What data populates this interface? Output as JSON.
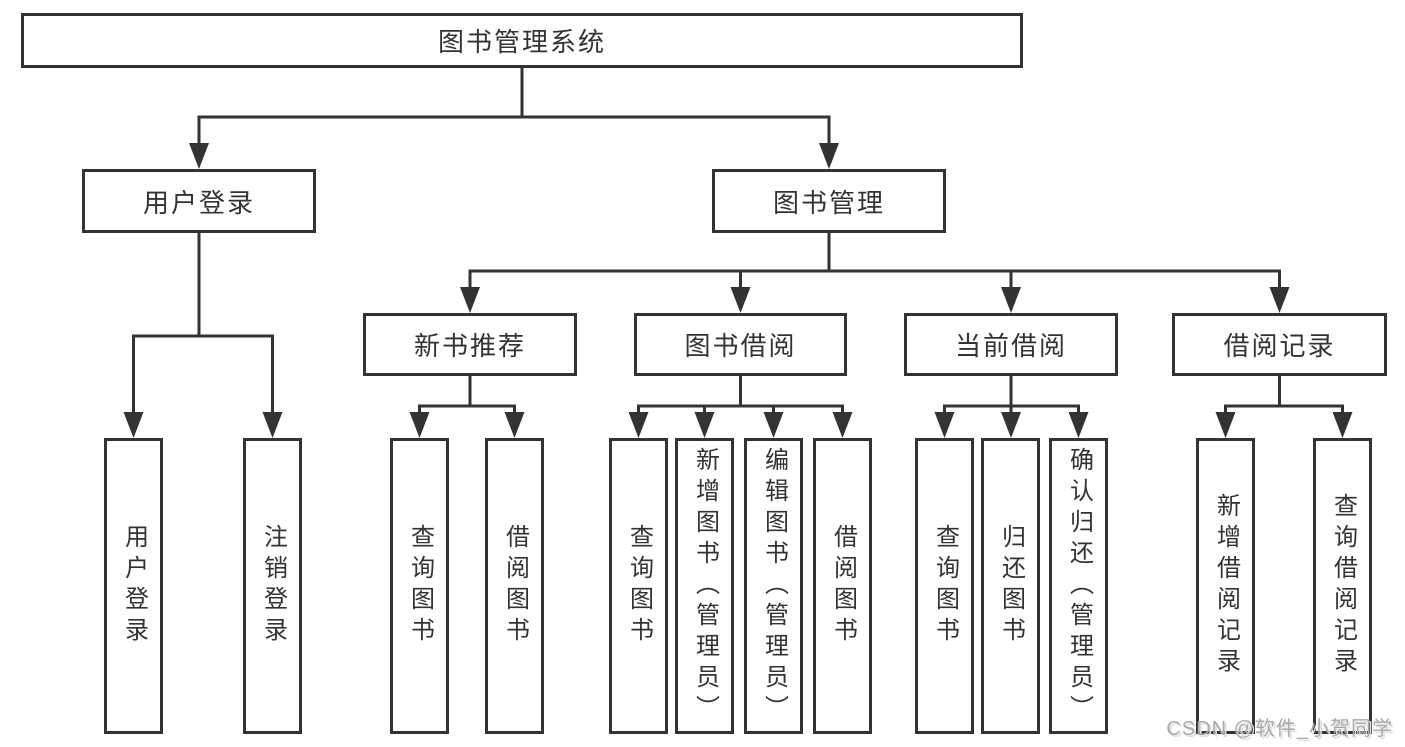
{
  "diagram": {
    "root": {
      "label": "图书管理系统"
    },
    "branches": {
      "user_login": {
        "label": "用户登录",
        "children": {
          "login": {
            "label": "用户登录"
          },
          "logout": {
            "label": "注销登录"
          }
        }
      },
      "book_mgmt": {
        "label": "图书管理",
        "children": {
          "new_book_rec": {
            "label": "新书推荐",
            "children": {
              "search": {
                "label": "查询图书"
              },
              "borrow": {
                "label": "借阅图书"
              }
            }
          },
          "book_borrow": {
            "label": "图书借阅",
            "children": {
              "search": {
                "label": "查询图书"
              },
              "add": {
                "label": "新增图书（管理员）"
              },
              "edit": {
                "label": "编辑图书（管理员）"
              },
              "borrow": {
                "label": "借阅图书"
              }
            }
          },
          "current_borrow": {
            "label": "当前借阅",
            "children": {
              "search": {
                "label": "查询图书"
              },
              "return": {
                "label": "归还图书"
              },
              "confirm": {
                "label": "确认归还（管理员）"
              }
            }
          },
          "borrow_records": {
            "label": "借阅记录",
            "children": {
              "add": {
                "label": "新增借阅记录"
              },
              "search": {
                "label": "查询借阅记录"
              }
            }
          }
        }
      }
    },
    "colors": {
      "line": "#333333",
      "text": "#333333",
      "watermark": "#a9a9a9"
    },
    "watermark": "CSDN @软件_小贺同学"
  }
}
